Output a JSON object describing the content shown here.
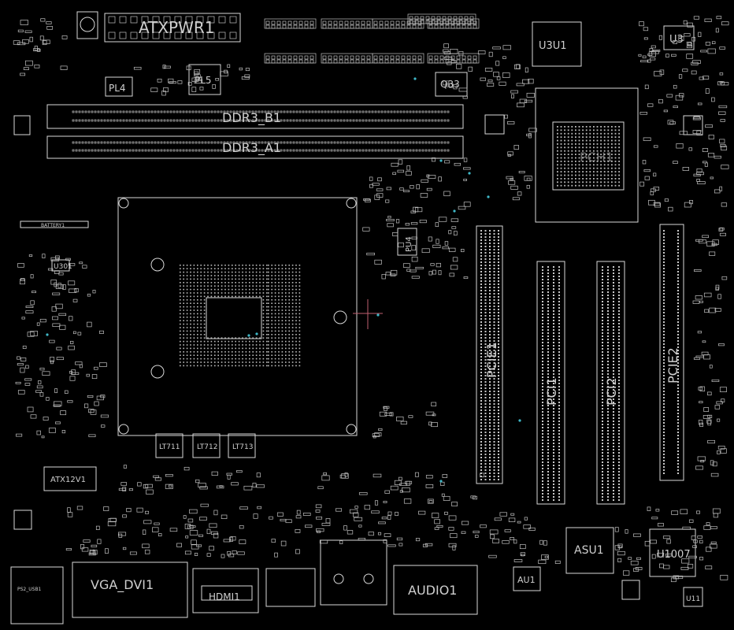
{
  "board": {
    "background": "#000000",
    "line_color": "#d8d8d8",
    "accent_color": "#3fb8c8",
    "crosshair_color": "#c06070",
    "labels": {
      "atxpwr": "ATXPWR1",
      "ddr_b1": "DDR3_B1",
      "ddr_a1": "DDR3_A1",
      "battery": "BATTERY1",
      "u3u1": "U3U1",
      "u3": "U3",
      "q33": "Q33",
      "pl4": "PL4",
      "pl5": "PL5",
      "pcie1": "PCIE1",
      "pci1": "PCI1",
      "pci2": "PCI2",
      "pcie2": "PCIE2",
      "lt711": "LT711",
      "lt712": "LT712",
      "lt713": "LT713",
      "atx12v": "ATX12V1",
      "vga_dvi": "VGA_DVI1",
      "hdmi": "HDMI1",
      "audio": "AUDIO1",
      "asu1": "ASU1",
      "u1007": "U1007",
      "au1": "AU1",
      "u11": "U11",
      "pu4": "PU4",
      "ps2": "PS2_USB1",
      "u301": "U301",
      "pch": "PCH1"
    }
  }
}
